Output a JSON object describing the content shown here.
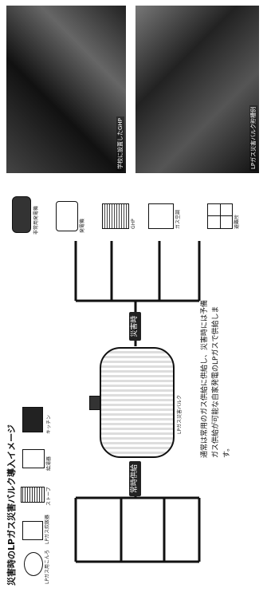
{
  "title": "災害時のLPガス災害バルク導入イメージ",
  "diagram": {
    "center_label": "LPガス災害バルク",
    "left_connector_label": "常時供給",
    "right_connector_label": "災害時",
    "description": "通常は常用のガス供給に供給し、災害時には予備ガス供給が可能な自家発電のLPガスで供給します。",
    "left_devices": [
      {
        "id": "stove",
        "label": "LPガス用こんろ"
      },
      {
        "id": "rice-cooker",
        "label": "LPガス炊飯器"
      },
      {
        "id": "heater",
        "label": "ストーブ"
      },
      {
        "id": "water-heater",
        "label": "給湯器"
      },
      {
        "id": "kitchen",
        "label": "キッチン"
      }
    ],
    "right_devices": [
      {
        "id": "vehicle",
        "label": "非常用発電機"
      },
      {
        "id": "generator",
        "label": "発電機"
      },
      {
        "id": "panel",
        "label": "GHP"
      },
      {
        "id": "ghp",
        "label": "ガス空調"
      },
      {
        "id": "window",
        "label": "避難所"
      }
    ]
  },
  "photos": [
    {
      "id": "photo-top",
      "caption": "学校に設置したGHP"
    },
    {
      "id": "photo-bottom",
      "caption": "LPガス災害バルク貯槽例"
    }
  ]
}
